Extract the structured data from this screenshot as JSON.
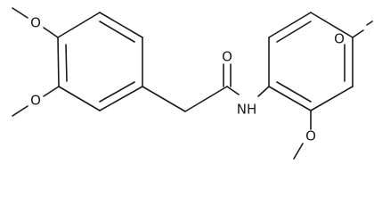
{
  "molecule": {
    "atom_labels": {
      "methoxy_o_top_left": "O",
      "methoxy_o_mid_left": "O",
      "carbonyl_o": "O",
      "amide_nh": "NH",
      "methoxy_o_right": "O",
      "methoxy_o_bottom_right": "O"
    }
  },
  "colors": {
    "stroke": "#1a1a1a",
    "background": "#ffffff"
  }
}
